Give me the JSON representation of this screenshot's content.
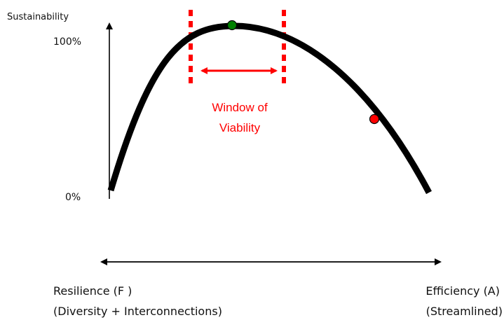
{
  "y_axis": {
    "title": "Sustainability",
    "tick_top": "100%",
    "tick_bottom": "0%"
  },
  "window": {
    "label_line1": "Window of",
    "label_line2": "Viability"
  },
  "x_axis": {
    "left_title": "Resilience (F )",
    "left_subtitle": "(Diversity + Interconnections)",
    "right_title": "Efficiency (A)",
    "right_subtitle": "(Streamlined)"
  },
  "markers": {
    "peak_color": "#008000",
    "current_color": "#ff0000"
  },
  "colors": {
    "curve": "#000000",
    "accent": "#ff0000"
  }
}
